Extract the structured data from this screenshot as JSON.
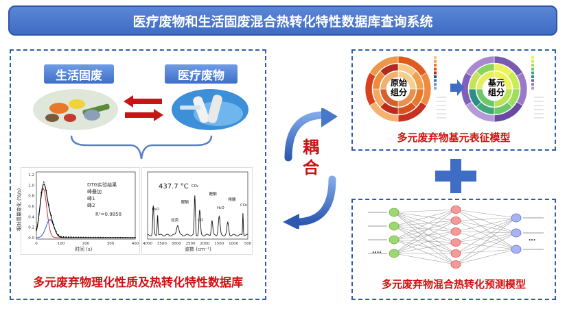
{
  "title": "医疗废物和生活固废混合热转化特性数据库查询系统",
  "left": {
    "tag_msw": "生活固废",
    "tag_medical": "医疗废物",
    "caption": "多元废弃物理化性质及热转化特性数据库",
    "dtg": {
      "y_label": "相对质量变化 (%/s)",
      "x_label": "时间 (s)",
      "y_ticks": [
        "1.2",
        "1.0",
        "0.8",
        "0.6",
        "0.4",
        "0.2",
        "0.0"
      ],
      "x_ticks": [
        "0",
        "100",
        "200",
        "300",
        "400"
      ],
      "legend": [
        "DTG实验结果",
        "峰叠加",
        "峰1",
        "峰2"
      ],
      "r2": "R²=0.9858"
    },
    "ftir": {
      "temp": "437.7 °C",
      "x_label": "波数 (cm⁻¹)",
      "x_ticks": [
        "4000",
        "3500",
        "3000",
        "2500",
        "2000",
        "1500",
        "1000",
        "500"
      ],
      "peaks": [
        "H₂O",
        "烃类",
        "醛酮",
        "CO₂",
        "CO",
        "醛酮",
        "H₂O",
        "羧酸",
        "CO₂"
      ]
    }
  },
  "center": {
    "label": "耦合"
  },
  "top_right": {
    "caption": "多元废弃物基元表征模型",
    "donut1_label": "原始组分",
    "donut2_label": "基元组分"
  },
  "bottom_right": {
    "caption": "多元废弃物混合热转化预测模型",
    "dots1": "....",
    "dots2": "..."
  },
  "colors": {
    "accent": "#2e5aa6",
    "caption_red": "#d01010",
    "arrow_red": "#c81414"
  }
}
